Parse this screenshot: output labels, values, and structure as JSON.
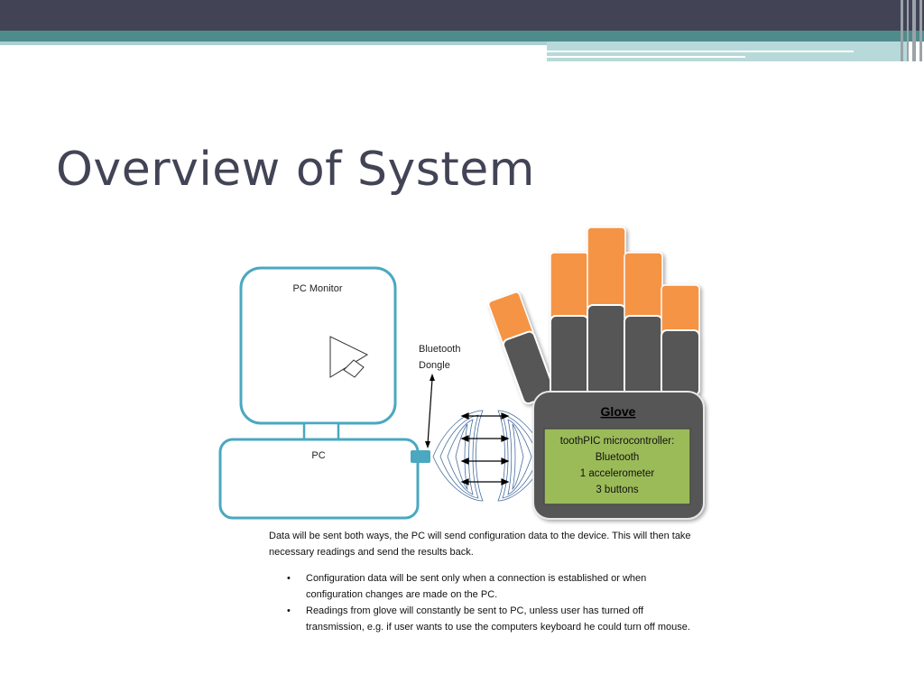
{
  "slide": {
    "title": "Overview of System"
  },
  "diagram": {
    "monitor_label": "PC Monitor",
    "pc_label": "PC",
    "dongle_label_line1": "Bluetooth",
    "dongle_label_line2": "Dongle",
    "glove_title": "Glove",
    "glove_details": [
      "toothPIC microcontroller:",
      "Bluetooth",
      "1 accelerometer",
      "3 buttons"
    ],
    "colors": {
      "outline": "#4aa8c0",
      "finger_tip": "#f59445",
      "finger_base": "#565656",
      "panel": "#9bbb59"
    }
  },
  "text": {
    "description": "Data will be sent both ways, the PC will send configuration data to the device. This will then take necessary readings and send the results back.",
    "bullets": [
      "Configuration data will be sent only when a connection is established or when configuration changes are made on the PC.",
      "Readings from glove will constantly be sent to PC, unless user has turned off transmission, e.g. if user wants to use the computers keyboard he could turn off mouse."
    ],
    "bullet_symbol": "•"
  }
}
